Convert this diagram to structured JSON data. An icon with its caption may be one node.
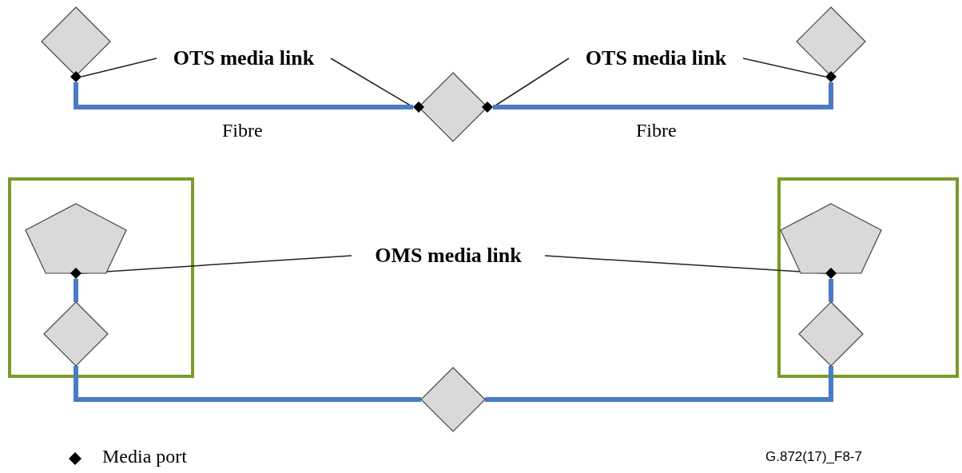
{
  "diagram": {
    "nodes": [
      {
        "text": [
          "OTS media link"
        ]
      },
      {
        "text": [
          "OTS media link"
        ]
      },
      {
        "text": [
          "OMS media link"
        ]
      },
      {
        "text": [],
        "shape": "diamond"
      },
      {
        "text": [],
        "shape": "diamond"
      },
      {
        "text": [],
        "shape": "diamond"
      },
      {
        "text": [],
        "shape": "box"
      },
      {
        "text": [],
        "shape": "pentagon",
        "in": 6
      },
      {
        "text": [],
        "shape": "diamond",
        "in": 6
      },
      {
        "text": [],
        "shape": "box"
      },
      {
        "text": [],
        "shape": "pentagon",
        "in": 9
      },
      {
        "text": [],
        "shape": "diamond",
        "in": 9
      },
      {
        "text": [],
        "shape": "diamond"
      },
      {
        "text": [],
        "shape": "diamond"
      },
      {
        "text": [],
        "shape": "diamond"
      },
      {
        "text": [],
        "shape": "diamond"
      },
      {
        "text": [],
        "shape": "diamond"
      },
      {
        "text": [],
        "shape": "diamond",
        "in": 6
      },
      {
        "text": [],
        "shape": "diamond",
        "in": 9
      }
    ],
    "edges": [
      {
        "from": 0,
        "to": 13,
        "arrow": "none"
      },
      {
        "from": 0,
        "to": 14,
        "arrow": "none"
      },
      {
        "from": 1,
        "to": 15,
        "arrow": "none"
      },
      {
        "from": 1,
        "to": 16,
        "arrow": "none"
      },
      {
        "from": 2,
        "to": 17,
        "arrow": "none"
      },
      {
        "from": 2,
        "to": 18,
        "arrow": "none"
      },
      {
        "from": 13,
        "to": 14,
        "arrow": "none",
        "label": "Fibre",
        "style": "thick",
        "color": "#4a7cc4"
      },
      {
        "from": 15,
        "to": 16,
        "arrow": "none",
        "label": "Fibre",
        "style": "thick",
        "color": "#4a7cc4"
      },
      {
        "from": 17,
        "to": 8,
        "arrow": "none",
        "style": "thick",
        "color": "#4a7cc4"
      },
      {
        "from": 8,
        "to": 12,
        "arrow": "none",
        "style": "thick",
        "color": "#4a7cc4"
      },
      {
        "from": 12,
        "to": 11,
        "arrow": "none",
        "style": "thick",
        "color": "#4a7cc4"
      },
      {
        "from": 11,
        "to": 18,
        "arrow": "none",
        "style": "thick",
        "color": "#4a7cc4"
      }
    ],
    "labels": [
      "G.872(17)_F8-7"
    ],
    "legend": [
      {
        "text": "Media port"
      }
    ]
  }
}
